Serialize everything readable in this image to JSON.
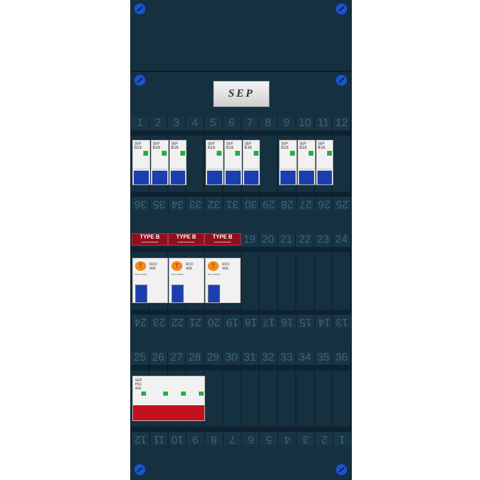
{
  "brand": "SEP",
  "row1_numbers": [
    "1",
    "2",
    "3",
    "4",
    "5",
    "6",
    "7",
    "8",
    "9",
    "10",
    "11",
    "12"
  ],
  "row1_bottom_numbers": [
    "36",
    "35",
    "34",
    "33",
    "32",
    "31",
    "30",
    "29",
    "28",
    "27",
    "26",
    "25"
  ],
  "row2_top_numbers": [
    "19",
    "20",
    "21",
    "22",
    "23",
    "24"
  ],
  "row2_bottom_numbers": [
    "24",
    "23",
    "22",
    "21",
    "20",
    "19",
    "18",
    "17",
    "16",
    "15",
    "14",
    "13"
  ],
  "row3_numbers": [
    "25",
    "26",
    "27",
    "28",
    "29",
    "30",
    "31",
    "32",
    "33",
    "34",
    "35",
    "36"
  ],
  "row3_bottom_numbers": [
    "12",
    "11",
    "10",
    "9",
    "8",
    "7",
    "6",
    "5",
    "4",
    "3",
    "2",
    "1"
  ],
  "mcb": {
    "rating": "B16",
    "brand": "SEP"
  },
  "rcd": {
    "label": "TYPE B",
    "sublabel": "Aardlekschakelaar",
    "symbol": "T",
    "model": "RCD",
    "rating": "40A",
    "test_text": "Test regularly"
  },
  "main_switch": {
    "model": "HS1",
    "rating": "40A",
    "brand": "SEP"
  },
  "colors": {
    "panel": "#15303f",
    "rcd_label": "#8e0f1e",
    "mcb_handle": "#1b3fb0",
    "main_handle": "#c2121f"
  }
}
